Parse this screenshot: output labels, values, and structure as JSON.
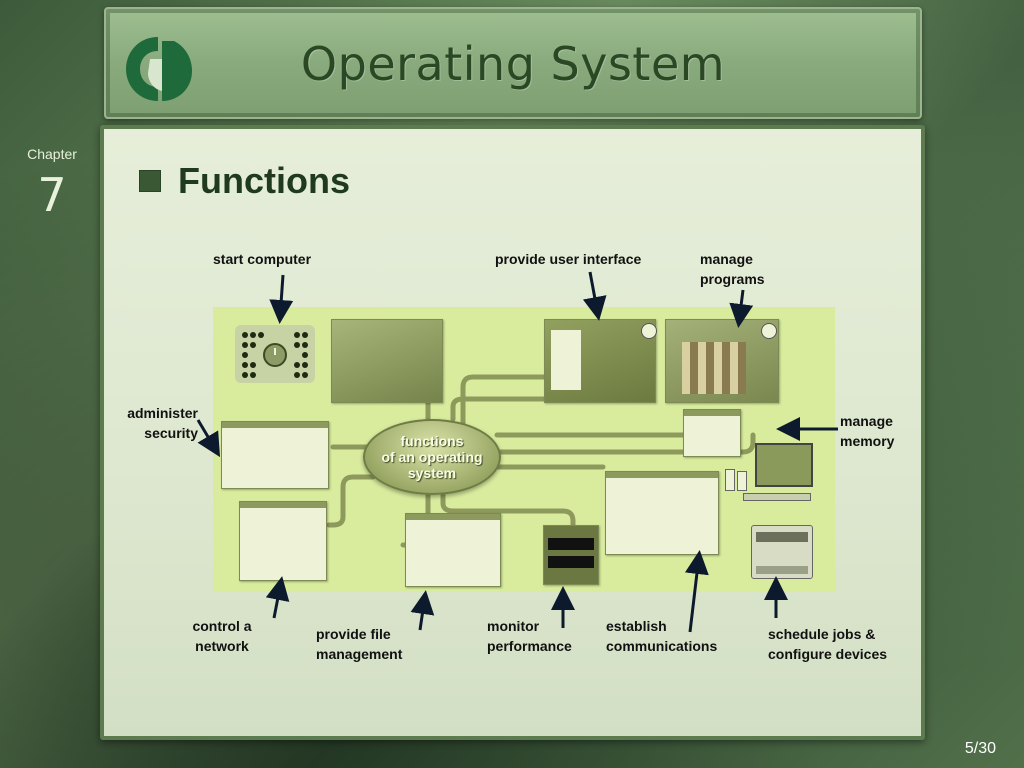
{
  "slide": {
    "title": "Operating System",
    "chapter_label": "Chapter",
    "chapter_number": "7",
    "heading": "Functions",
    "page": "5/30"
  },
  "labels": {
    "start_computer": "start computer",
    "provide_ui": "provide user interface",
    "manage_programs_1": "manage",
    "manage_programs_2": "programs",
    "administer_security_1": "administer",
    "administer_security_2": "security",
    "manage_memory_1": "manage",
    "manage_memory_2": "memory",
    "control_network_1": "control a",
    "control_network_2": "network",
    "file_mgmt_1": "provide file",
    "file_mgmt_2": "management",
    "monitor_1": "monitor",
    "monitor_2": "performance",
    "establish_1": "establish",
    "establish_2": "communications",
    "schedule_1": "schedule jobs &",
    "schedule_2": "configure devices"
  },
  "diagram": {
    "hub_line1": "functions",
    "hub_line2": "of an operating",
    "hub_line3": "system"
  },
  "colors": {
    "title": "#2a4824",
    "arrow": "#0d1a2e",
    "diagram_bg": "#d9ec9e"
  }
}
